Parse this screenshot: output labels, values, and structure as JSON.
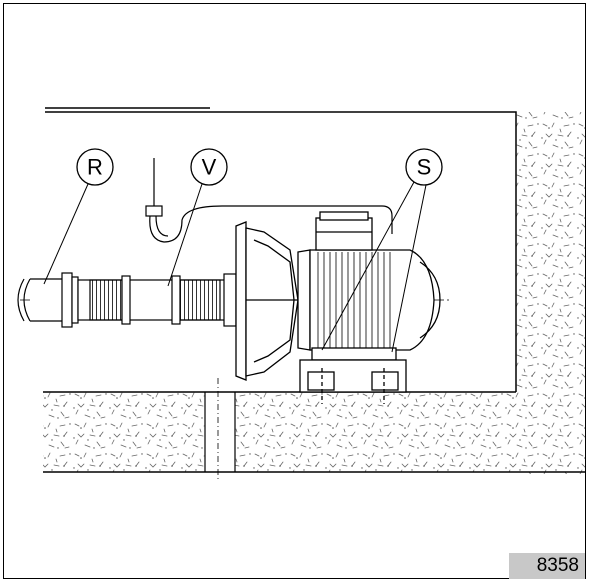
{
  "figure": {
    "number": "8358",
    "callouts": {
      "r": "R",
      "v": "V",
      "s": "S"
    }
  }
}
